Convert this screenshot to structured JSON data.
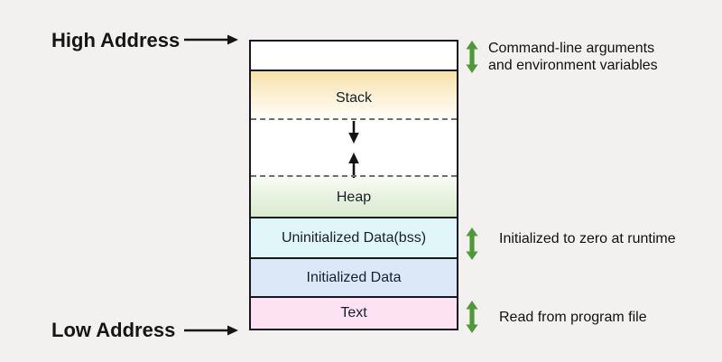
{
  "address_labels": {
    "high": "High Address",
    "low": "Low Address"
  },
  "memory_box": {
    "stack_label": "Stack",
    "heap_label": "Heap",
    "bss_label": "Uninitialized Data(bss)",
    "initialized_data_label": "Initialized Data",
    "text_label": "Text"
  },
  "annotations": {
    "args": {
      "line1": "Command-line arguments",
      "line2": "and environment variables"
    },
    "bss": "Initialized to zero at runtime",
    "text": "Read from program file"
  },
  "colors": {
    "background": "#f2f1ef",
    "box_border": "#16161e",
    "stack_gradient_top": "#f7e1a8",
    "heap_gradient_bottom": "#d9eacf",
    "bss_fill": "#e0f6f8",
    "initialized_data_fill": "#dce8f8",
    "text_fill": "#fde3f2",
    "green_arrow": "#4f9a38",
    "black_arrow": "#151515",
    "dashed_line": "#6e6e6e"
  },
  "icons": {
    "high_arrow": "right-arrow",
    "low_arrow": "right-arrow",
    "stack_growth": "down-arrow",
    "heap_growth": "up-arrow",
    "annotation_arrows": "vertical-double-arrow"
  }
}
